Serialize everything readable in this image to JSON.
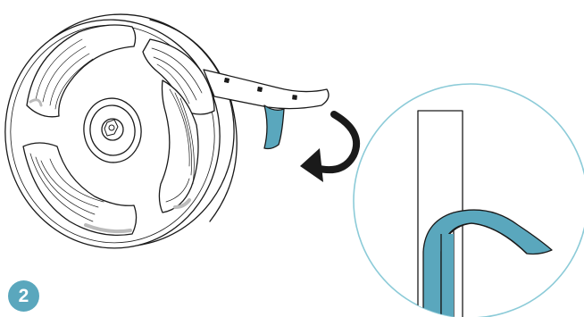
{
  "step": {
    "number": "2"
  },
  "colors": {
    "accent": "#5aa7bd",
    "badge": "#5aa7bd",
    "line": "#1a1a1a",
    "reel_gray": "#d0d0d0",
    "zoom_ring": "#8ccbd8"
  },
  "icons": {
    "reel": "led-strip-reel",
    "direction": "curved-arrow-counterclockwise",
    "detail": "zoom-circle-strip-fold"
  }
}
